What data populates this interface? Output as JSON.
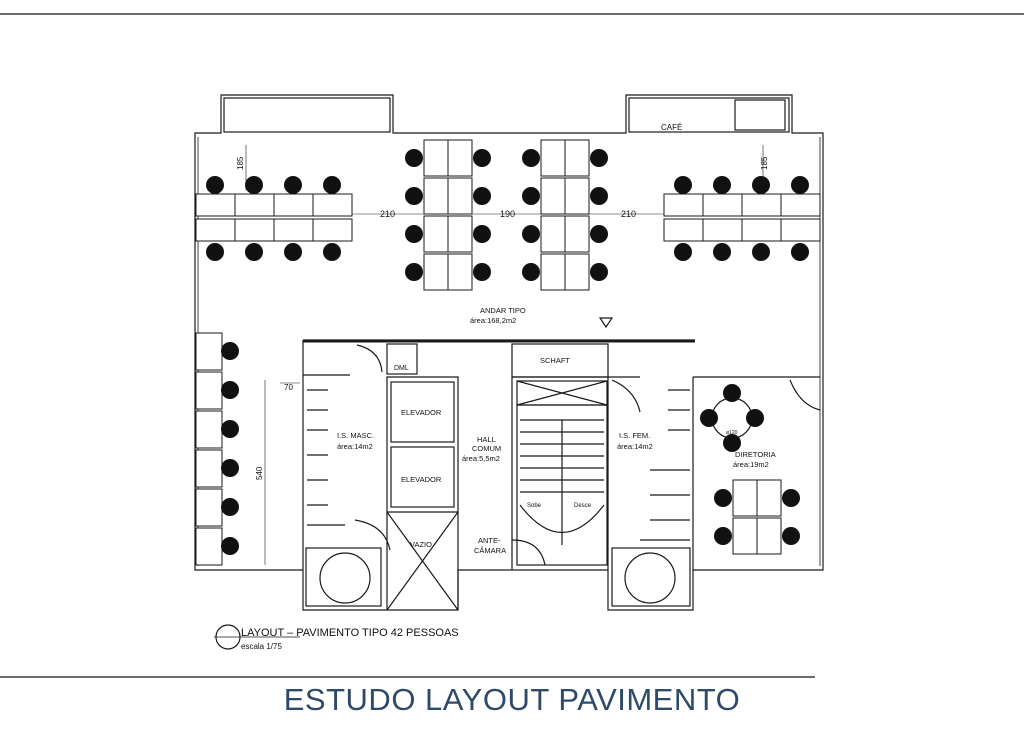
{
  "plan": {
    "cafe": "CAFÉ",
    "dim_185_left": "185",
    "dim_185_right": "185",
    "dim_210_left": "210",
    "dim_190": "190",
    "dim_210_right": "210",
    "andar_tipo": "ANDAR TIPO",
    "andar_area": "área:168,2m2",
    "dml": "DML",
    "schaft": "SCHAFT",
    "dim_70": "70",
    "dim_540": "540",
    "is_masc": "I.S. MASC.",
    "is_masc_area": "área:14m2",
    "elevador_1": "ELEVADOR",
    "elevador_2": "ELEVADOR",
    "hall_1": "HALL",
    "hall_2": "COMUM",
    "hall_area": "área:5,5m2",
    "sobe": "Sobe",
    "desce": "Desce",
    "is_fem": "I.S. FEM.",
    "is_fem_area": "área:14m2",
    "table_label": "ø120",
    "diretoria": "DIRETORIA",
    "diretoria_area": "área:19m2",
    "vazio": "VAZIO",
    "ante_1": "ANTE-",
    "ante_2": "CÂMARA",
    "caption_title": "LAYOUT – PAVIMENTO TIPO 42 PESSOAS",
    "caption_scale": "escala 1/75"
  },
  "footer": {
    "title": "ESTUDO LAYOUT PAVIMENTO"
  }
}
